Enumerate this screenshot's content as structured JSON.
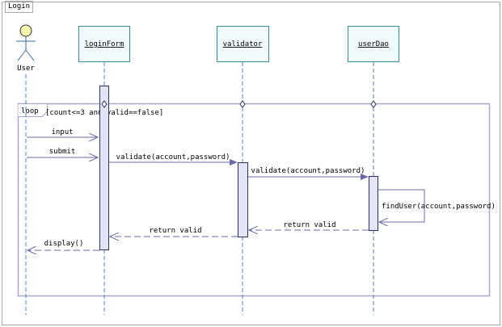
{
  "frame": {
    "title": "Login"
  },
  "actor": {
    "name": "User"
  },
  "lifelines": [
    {
      "id": "loginForm",
      "label": "loginForm"
    },
    {
      "id": "validator",
      "label": "validator"
    },
    {
      "id": "userDao",
      "label": "userDao"
    }
  ],
  "fragment": {
    "operator": "loop",
    "guard": "[count<=3 and valid==false]"
  },
  "messages": [
    {
      "id": "m1",
      "label": "input",
      "kind": "async"
    },
    {
      "id": "m2",
      "label": "submit",
      "kind": "async"
    },
    {
      "id": "m3",
      "label": "validate(account,password)",
      "kind": "sync"
    },
    {
      "id": "m4",
      "label": "validate(account,password)",
      "kind": "sync"
    },
    {
      "id": "m5",
      "label": "findUser(account,password)",
      "kind": "self"
    },
    {
      "id": "m6",
      "label": "return valid",
      "kind": "return"
    },
    {
      "id": "m7",
      "label": "return valid",
      "kind": "return"
    },
    {
      "id": "m8",
      "label": "display()",
      "kind": "return"
    }
  ],
  "colors": {
    "box_border": "#3a8f8f",
    "box_fill": "#f2fbfb",
    "lifeline": "#5a7fb8",
    "activation_fill": "#e4e4f7",
    "activation_border": "#303060",
    "fragment_border": "#a8a8c8",
    "message": "#6a6aa8",
    "actor_head": "#f7f7b0"
  }
}
